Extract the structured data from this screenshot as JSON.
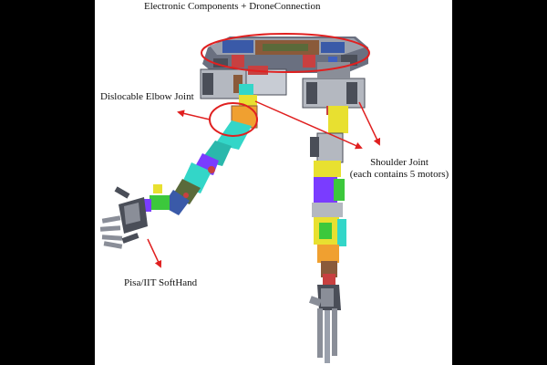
{
  "figure": {
    "labels": {
      "electronics": "Electronic Components + DroneConnection",
      "elbow": "Dislocable Elbow Joint",
      "shoulder_line1": "Shoulder Joint",
      "shoulder_line2": "(each contains 5 motors)",
      "hand": "Pisa/IIT SoftHand"
    },
    "colors": {
      "background": "#ffffff",
      "letterbox": "#000000",
      "annotation": "#e02020",
      "frame_grey": "#b4b8c0",
      "frame_dark": "#4a4e58",
      "link_cyan": "#33d6c8",
      "link_purple": "#7a3cff",
      "link_green": "#3cc83c",
      "link_yellow": "#e8e030",
      "link_orange": "#f0a030",
      "board_brown": "#8a5a3a",
      "board_blue": "#3a5aa8"
    },
    "icons": [
      "robot-assembly-illustration",
      "arrow-icon",
      "highlight-ellipse"
    ]
  }
}
